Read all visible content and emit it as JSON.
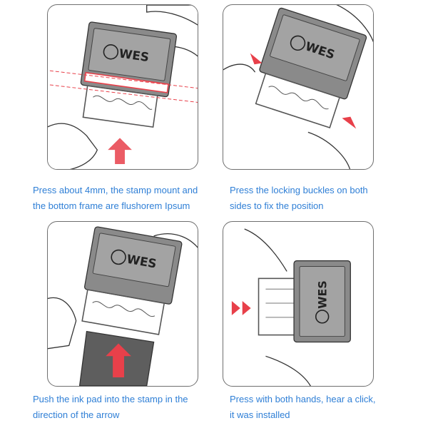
{
  "steps": [
    {
      "caption_line1": "Press about 4mm, the stamp mount and",
      "caption_line2": "the bottom frame are flushorem Ipsum",
      "brand": "WES"
    },
    {
      "caption_line1": "Press the locking buckles on both",
      "caption_line2": "sides to fix the position",
      "brand": "WES"
    },
    {
      "caption_line1": "Push the ink pad into the stamp in the",
      "caption_line2": "direction of the arrow",
      "brand": "WES"
    },
    {
      "caption_line1": "Press with both hands, hear a click,",
      "caption_line2": "it was installed",
      "brand": "WES"
    }
  ],
  "colors": {
    "caption": "#2f7fd6",
    "arrow": "#e8404a",
    "body": "#8a8a8a",
    "body_dark": "#5e5e5e",
    "frame": "#6f6f6f"
  },
  "icons": {
    "logo": "s-swirl-logo",
    "arrow": "red-arrow-icon",
    "hand": "hand-illustration"
  }
}
